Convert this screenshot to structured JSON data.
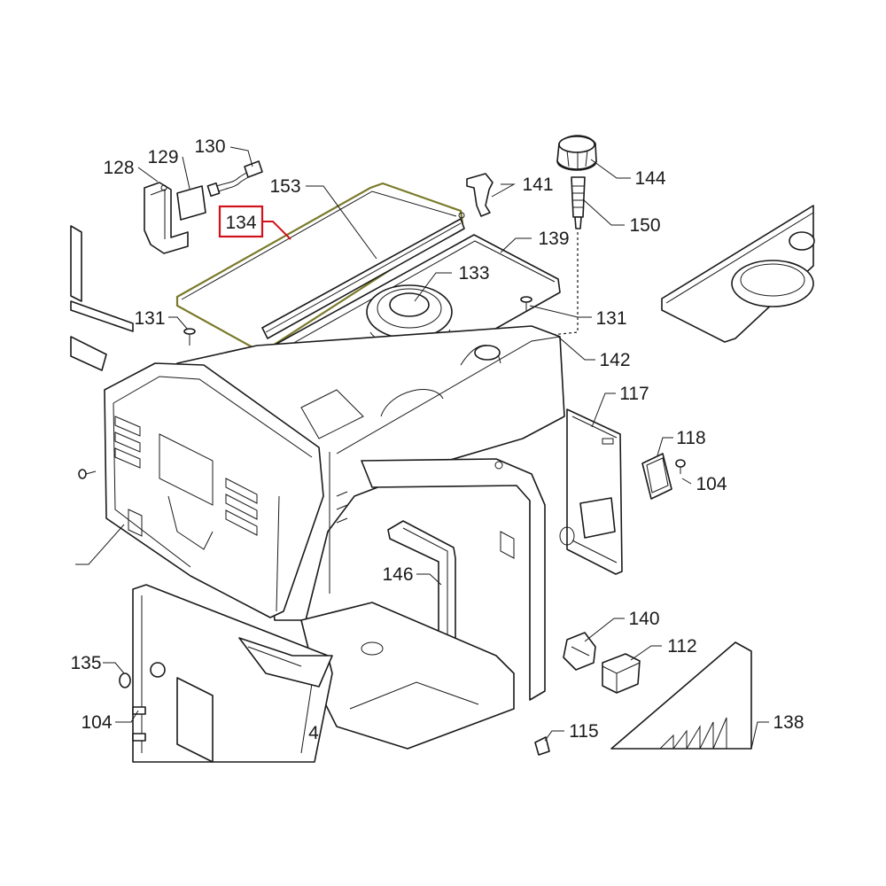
{
  "highlight_color": "#d0121b",
  "callouts": {
    "c128": "128",
    "c129": "129",
    "c130": "130",
    "c153": "153",
    "c134": "134",
    "c141": "141",
    "c144": "144",
    "c150": "150",
    "c139": "139",
    "c133": "133",
    "c131a": "131",
    "c131b": "131",
    "c142": "142",
    "c117": "117",
    "c118": "118",
    "c104a": "104",
    "c146": "146",
    "c140": "140",
    "c112": "112",
    "c135": "135",
    "c104b": "104",
    "c4": "4",
    "c115": "115",
    "c138": "138"
  }
}
